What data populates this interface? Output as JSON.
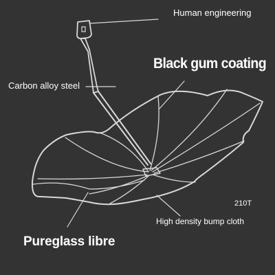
{
  "colors": {
    "background": "#333333",
    "line": "#d9d9d9",
    "text": "#ffffff"
  },
  "labels": {
    "human_engineering": "Human engineering",
    "black_gum_coating": "Black gum coating",
    "carbon_alloy_steel": "Carbon alloy steel",
    "fabric_code": "210T",
    "high_density_bump_cloth": "High density bump cloth",
    "pureglass_libre": "Pureglass libre"
  }
}
